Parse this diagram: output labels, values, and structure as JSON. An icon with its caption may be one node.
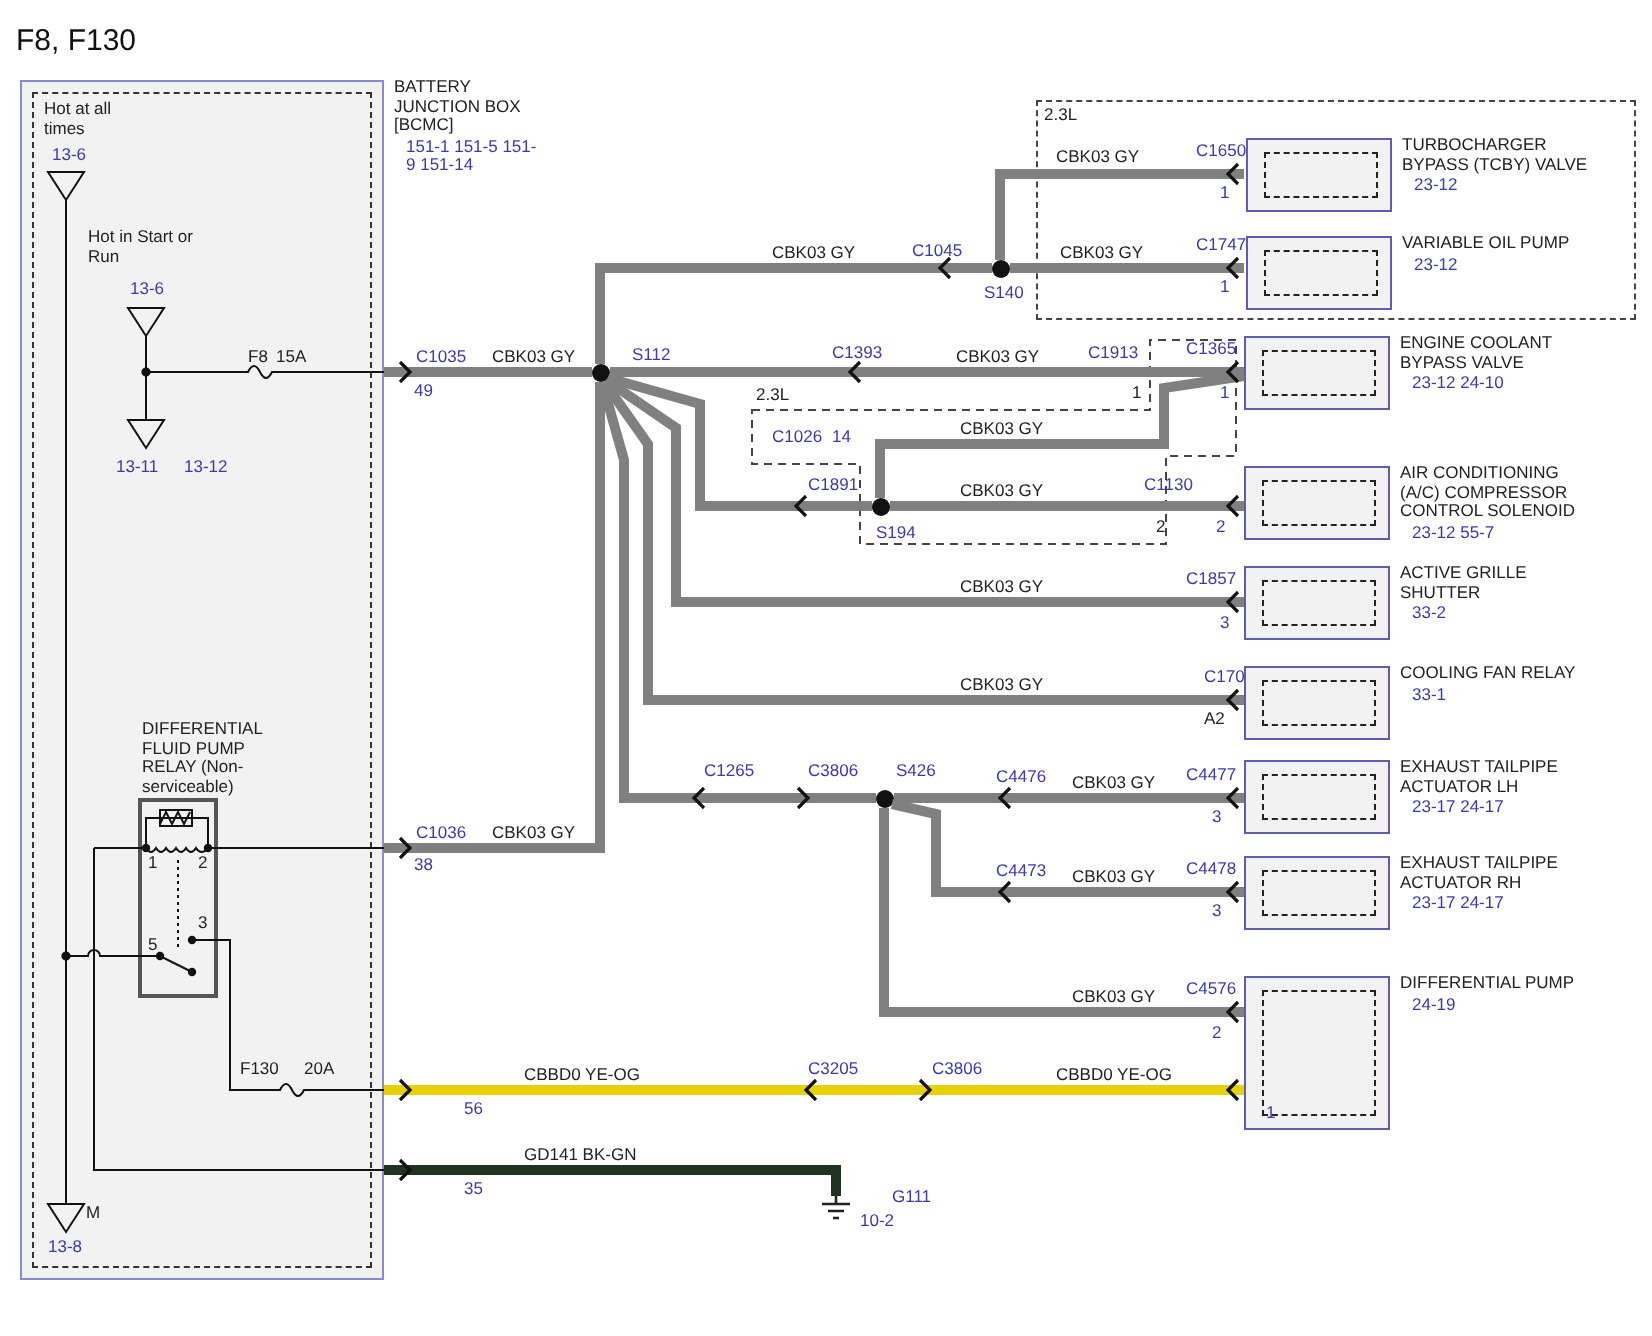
{
  "diagram": {
    "title": "F8, F130",
    "nodes": [
      {
        "text": [
          "BATTERY JUNCTION BOX [BCMC]",
          "151-1 151-5 151-9 151-14"
        ]
      },
      {
        "text": [
          "DIFFERENTIAL FLUID PUMP RELAY (Non-serviceable)"
        ],
        "in": 0
      },
      {
        "text": [
          "2.3L"
        ]
      },
      {
        "text": [
          "TURBOCHARGER BYPASS (TCBY) VALVE",
          "23-12"
        ],
        "in": 2
      },
      {
        "text": [
          "VARIABLE OIL PUMP",
          "23-12"
        ],
        "in": 2
      },
      {
        "text": [
          "ENGINE COOLANT BYPASS VALVE",
          "23-12 24-10"
        ]
      },
      {
        "text": [
          "AIR CONDITIONING (A/C) COMPRESSOR CONTROL SOLENOID",
          "23-12 55-7"
        ]
      },
      {
        "text": [
          "ACTIVE GRILLE SHUTTER",
          "33-2"
        ]
      },
      {
        "text": [
          "COOLING FAN RELAY",
          "33-1"
        ]
      },
      {
        "text": [
          "EXHAUST TAILPIPE ACTUATOR LH",
          "23-17 24-17"
        ]
      },
      {
        "text": [
          "EXHAUST TAILPIPE ACTUATOR RH",
          "23-17 24-17"
        ]
      },
      {
        "text": [
          "DIFFERENTIAL PUMP",
          "24-19"
        ]
      },
      {
        "text": [],
        "shape": "circle",
        "beside": [
          "S112"
        ]
      },
      {
        "text": [],
        "shape": "circle",
        "beside": [
          "S140"
        ]
      },
      {
        "text": [],
        "shape": "circle",
        "beside": [
          "S194"
        ]
      },
      {
        "text": [],
        "shape": "circle",
        "beside": [
          "S426"
        ]
      },
      {
        "text": [],
        "shape": "ground",
        "beside": [
          "G111",
          "10-2"
        ]
      }
    ],
    "edges": [
      {
        "from": 12,
        "to": 0,
        "arrow": "none",
        "label": "CBK03 GY"
      },
      {
        "from": 13,
        "to": 12,
        "arrow": "to",
        "label": "CBK03 GY"
      },
      {
        "from": 13,
        "to": 3,
        "arrow": "none",
        "label": "CBK03 GY"
      },
      {
        "from": 13,
        "to": 4,
        "arrow": "none",
        "label": "CBK03 GY"
      },
      {
        "from": 5,
        "to": 12,
        "arrow": "to",
        "label": "CBK03 GY"
      },
      {
        "from": 14,
        "to": 5,
        "arrow": "none",
        "label": "CBK03 GY"
      },
      {
        "from": 14,
        "to": 12,
        "arrow": "to"
      },
      {
        "from": 14,
        "to": 6,
        "arrow": "none",
        "label": "CBK03 GY"
      },
      {
        "from": 12,
        "to": 7,
        "arrow": "none",
        "label": "CBK03 GY"
      },
      {
        "from": 12,
        "to": 8,
        "arrow": "none",
        "label": "CBK03 GY"
      },
      {
        "from": 12,
        "to": 15,
        "arrow": "to"
      },
      {
        "from": 12,
        "to": 0,
        "arrow": "none",
        "label": "CBK03 GY"
      },
      {
        "from": 9,
        "to": 15,
        "arrow": "to",
        "label": "CBK03 GY"
      },
      {
        "from": 10,
        "to": 15,
        "arrow": "to",
        "label": "CBK03 GY"
      },
      {
        "from": 15,
        "to": 11,
        "arrow": "none",
        "label": "CBK03 GY"
      },
      {
        "from": 0,
        "to": 11,
        "arrow": "to",
        "label": "CBBD0 YE-OG",
        "color": "#e6d200"
      },
      {
        "from": 16,
        "to": 0,
        "arrow": "none",
        "label": "GD141 BK-GN",
        "color": "#1f3320"
      }
    ],
    "labels": [
      "Hot at all times",
      "13-6",
      "Hot in Start or Run",
      "13-6",
      "13-11",
      "13-12",
      "F8",
      "15A",
      "C1035",
      "49",
      "C1045",
      "C1650",
      "1",
      "C1747",
      "1",
      "C1393",
      "C1913",
      "C1365",
      "2.3L",
      "1",
      "1",
      "C1026",
      "14",
      "C1891",
      "C1130",
      "2",
      "2",
      "C1857",
      "3",
      "C170",
      "A2",
      "C1265",
      "C3806",
      "C4476",
      "C4477",
      "3",
      "C4473",
      "C4478",
      "3",
      "C4576",
      "2",
      "1",
      "F130",
      "20A",
      "56",
      "C3205",
      "C3806",
      "CBBD0 YE-OG",
      "35",
      "C1036",
      "1",
      "2",
      "38",
      "3",
      "5",
      "M",
      "13-8"
    ]
  }
}
